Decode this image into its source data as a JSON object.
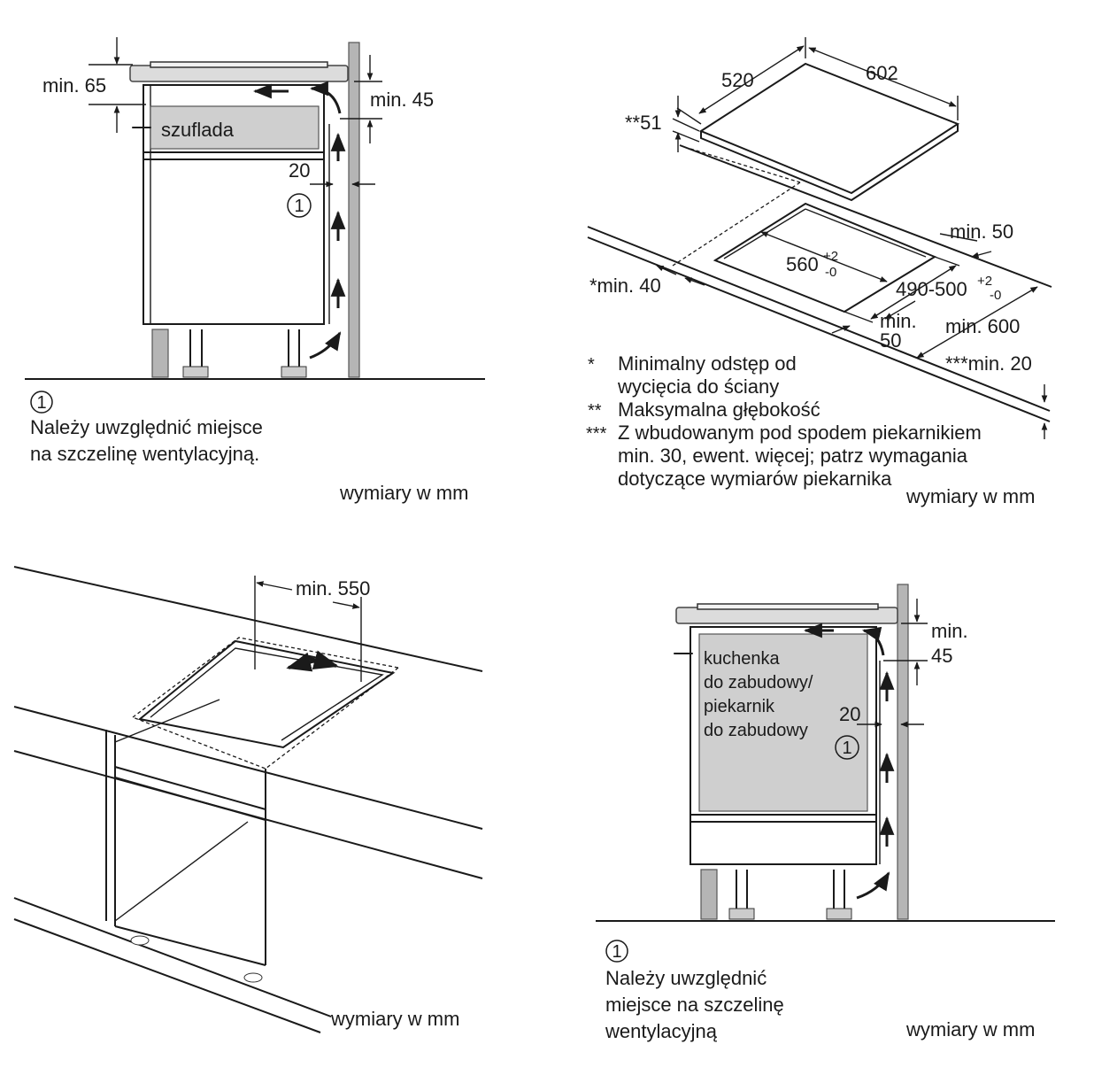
{
  "panel_tl": {
    "dim_min65": "min. 65",
    "dim_min45": "min. 45",
    "drawer_label": "szuflada",
    "dim_20": "20",
    "marker": "1",
    "note_marker": "1",
    "note_line1": "Należy uwzględnić miejsce",
    "note_line2": "na szczelinę wentylacyjną.",
    "units": "wymiary w mm"
  },
  "panel_tr": {
    "dim_520": "520",
    "dim_602": "602",
    "dim_51": "**51",
    "dim_min50_top": "min. 50",
    "dim_560": "560",
    "dim_560_tol_plus": "+2",
    "dim_560_tol_minus": "-0",
    "dim_min40": "*min. 40",
    "dim_490": "490-500",
    "dim_490_tol_plus": "+2",
    "dim_490_tol_minus": "-0",
    "dim_min50_bottom_a": "min.",
    "dim_min50_bottom_b": "50",
    "dim_min600": "min. 600",
    "dim_min20": "***min. 20",
    "notes": [
      {
        "mark": "*",
        "lines": [
          "Minimalny odstęp od",
          "wycięcia do ściany"
        ]
      },
      {
        "mark": "**",
        "lines": [
          "Maksymalna głębokość"
        ]
      },
      {
        "mark": "***",
        "lines": [
          "Z wbudowanym pod spodem piekarnikiem",
          "min. 30, ewent. więcej; patrz wymagania",
          "dotyczące wymiarów piekarnika"
        ]
      }
    ],
    "units": "wymiary w mm"
  },
  "panel_bl": {
    "dim_min550": "min. 550",
    "units": "wymiary w mm"
  },
  "panel_br": {
    "dim_min": "min.",
    "dim_45": "45",
    "oven_label": [
      "kuchenka",
      "do zabudowy/",
      "piekarnik",
      "do zabudowy"
    ],
    "dim_20": "20",
    "marker": "1",
    "note_marker": "1",
    "note_line1": "Należy uwzględnić",
    "note_line2": "miejsce na szczelinę",
    "note_line3": "wentylacyjną",
    "units": "wymiary w mm"
  }
}
